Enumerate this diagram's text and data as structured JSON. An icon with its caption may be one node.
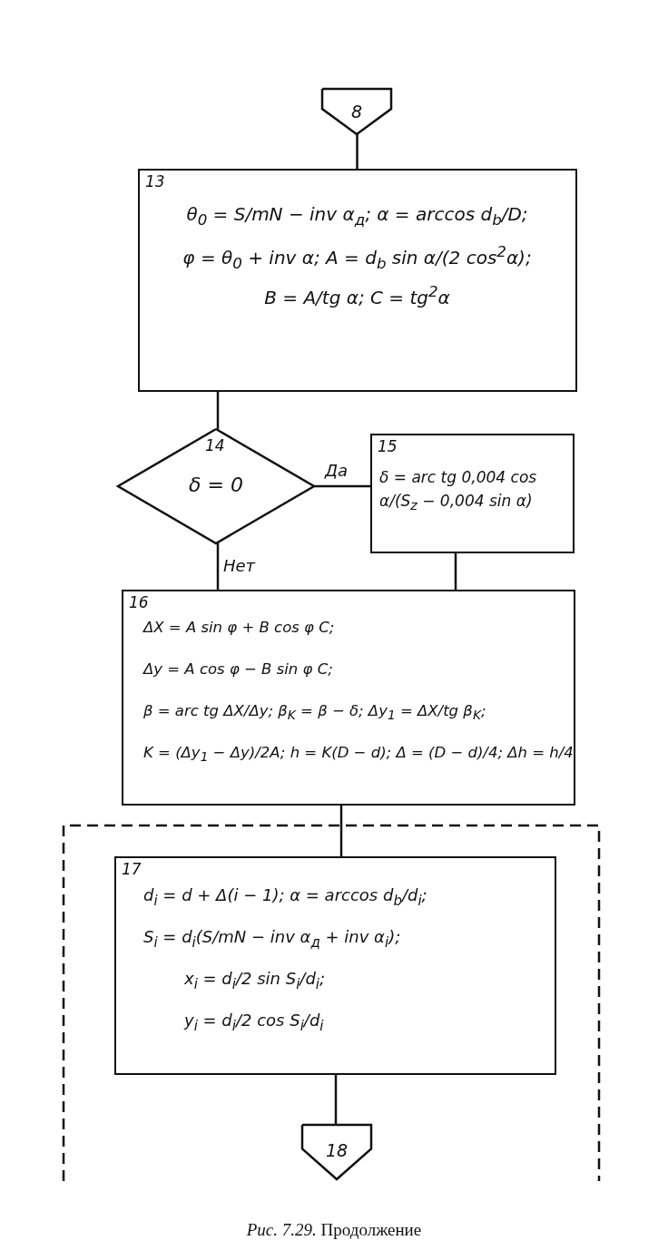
{
  "diagram": {
    "caption": "*Рис. 7.29.* Продолжение",
    "nodes": [
      {
        "text": [
          "8"
        ]
      },
      {
        "text": [
          "13",
          "θ$_{0}$ = S/mN − inv α$_{д}$;   α = arccos d$_{b}$/D;",
          "φ = θ$_{0}$ + inv α;   A = d$_{b}$ sin α/(2 cos$^{2}$α);",
          "B = A/tg α;   C = tg$^{2}$α"
        ]
      },
      {
        "text": [
          "14",
          "δ = 0"
        ]
      },
      {
        "text": [
          "15",
          "δ = arc tg 0,004 cos α/(S$_{z}$ − 0,004 sin α)"
        ]
      },
      {
        "text": [
          "16",
          "ΔX = A sin φ + B cos φ C;",
          "Δy = A cos φ − B sin φ C;",
          "β = arc tg ΔX/Δy;  β$_{K}$ = β − δ;  Δy$_{1}$ = ΔX/tg β$_{K}$;",
          "K = (Δy$_{1}$ − Δy)/2A;  h = K(D − d);  Δ = (D − d)/4;  Δh = h/4"
        ]
      },
      {
        "text": [],
        "shape": "box"
      },
      {
        "text": [
          "17",
          "d$_{i}$ = d + Δ(i − 1);  α = arccos d$_{b}$/d$_{i}$;",
          "S$_{i}$ = d$_{i}$(S/mN − inv α$_{д}$ + inv α$_{i}$);",
          "x$_{i}$ = d$_{i}$/2 sin S$_{i}$/d$_{i}$;",
          "y$_{i}$ = d$_{i}$/2 cos S$_{i}$/d$_{i}$"
        ],
        "in": 5
      },
      {
        "text": [
          "18"
        ],
        "in": 5
      }
    ],
    "edges": [
      {
        "from": 0,
        "to": 1,
        "arrow": "none"
      },
      {
        "from": 1,
        "to": 2,
        "arrow": "none"
      },
      {
        "from": 2,
        "to": 3,
        "arrow": "none",
        "label": "Да"
      },
      {
        "from": 2,
        "to": 4,
        "arrow": "none",
        "label": "Нет"
      },
      {
        "from": 3,
        "to": 4,
        "arrow": "none"
      },
      {
        "from": 4,
        "to": 6,
        "arrow": "none"
      },
      {
        "from": 6,
        "to": 7,
        "arrow": "none"
      }
    ]
  }
}
